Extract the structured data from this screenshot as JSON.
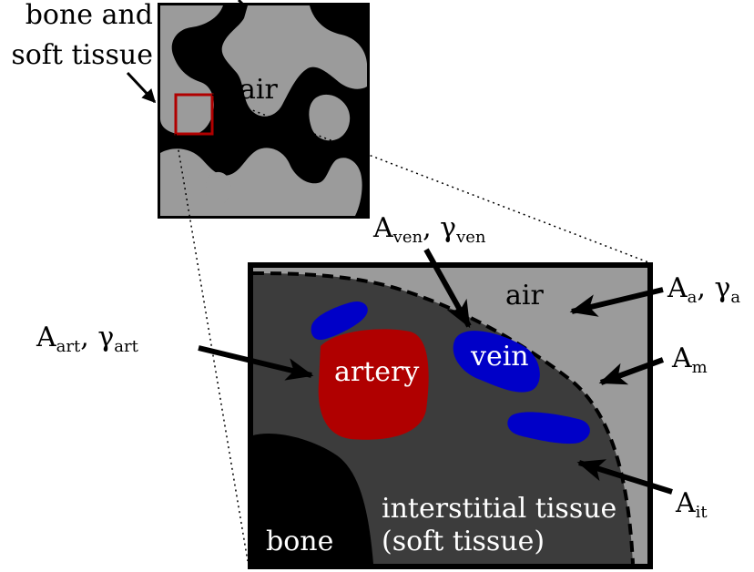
{
  "colors": {
    "black": "#000000",
    "air_gray": "#9b9b9b",
    "tissue_dark": "#3c3c3c",
    "artery_red": "#b00000",
    "vein_blue": "#0000c8",
    "roi_box": "#b00000"
  },
  "top_panel": {
    "label_bone_soft_line1": "bone and",
    "label_bone_soft_line2": "soft tissue",
    "label_air": "air"
  },
  "zoom_panel": {
    "label_air": "air",
    "label_artery": "artery",
    "label_vein": "vein",
    "label_interstitial_line1": "interstitial tissue",
    "label_interstitial_line2": "(soft tissue)",
    "label_bone": "bone"
  },
  "annotations": {
    "a_ven": {
      "main": "A",
      "sub": "ven",
      "sep": ", ",
      "gamma": "γ",
      "gamma_sub": "ven"
    },
    "a_art": {
      "main": "A",
      "sub": "art",
      "sep": ", ",
      "gamma": "γ",
      "gamma_sub": "art"
    },
    "a_a": {
      "main": "A",
      "sub": "a",
      "sep": ", ",
      "gamma": "γ",
      "gamma_sub": "a"
    },
    "a_m": {
      "main": "A",
      "sub": "m"
    },
    "a_it": {
      "main": "A",
      "sub": "it"
    }
  }
}
